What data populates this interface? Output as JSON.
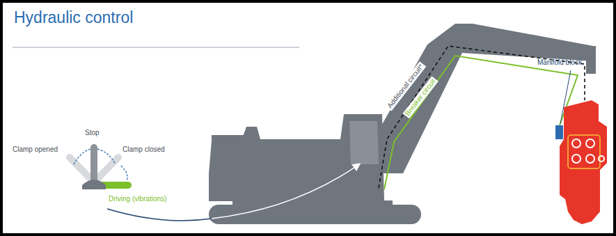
{
  "diagram": {
    "title": "Hydraulic control",
    "labels": [
      "Stop",
      "Clamp opened",
      "Clamp closed",
      "Driving (vibrations)",
      "Additional circuit*",
      "Breaker circuit",
      "Manifold block"
    ]
  }
}
